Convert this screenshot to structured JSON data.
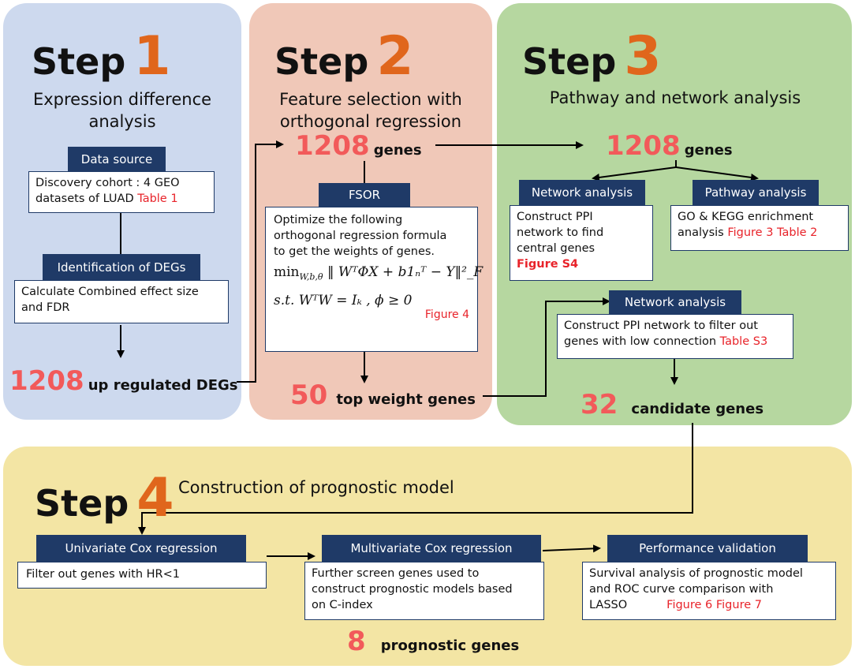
{
  "step_word": "Step",
  "step1": {
    "num": "1",
    "subtitle_1": "Expression difference",
    "subtitle_2": "analysis",
    "data_source_label": "Data source",
    "data_source_text_1": "Discovery cohort : 4 GEO",
    "data_source_text_2": "datasets of LUAD",
    "data_source_ref": "Table 1",
    "deg_label": "Identification of DEGs",
    "deg_text_1": "Calculate Combined effect size",
    "deg_text_2": "and FDR",
    "result_num": "1208",
    "result_text": "up regulated DEGs"
  },
  "step2": {
    "num": "2",
    "subtitle_1": "Feature selection with",
    "subtitle_2": "orthogonal regression",
    "genes_num": "1208",
    "genes_text": "genes",
    "fsor_label": "FSOR",
    "fsor_text_1": "Optimize the following",
    "fsor_text_2": "orthogonal regression formula",
    "fsor_text_3": "to get the weights of genes.",
    "formula_min": "min",
    "formula_sub": "W,b,θ",
    "formula_body": "‖ WᵀΦX + b1ₙᵀ − Y‖²_F",
    "constraint": "s.t. WᵀW = Iₖ , ϕ ≥ 0",
    "fsor_ref": "Figure 4",
    "result_num": "50",
    "result_text": "top weight genes"
  },
  "step3": {
    "num": "3",
    "subtitle": "Pathway and network analysis",
    "genes_num": "1208",
    "genes_text": "genes",
    "network_label": "Network analysis",
    "network_text_1": "Construct PPI",
    "network_text_2": "network to find",
    "network_text_3": "central genes",
    "network_ref": "Figure S4",
    "pathway_label": "Pathway analysis",
    "pathway_text_1": "GO & KEGG enrichment",
    "pathway_text_2": "analysis",
    "pathway_ref": "Figure 3 Table 2",
    "network2_label": "Network analysis",
    "network2_text_1": "Construct PPI network to filter out",
    "network2_text_2": "genes with low connection",
    "network2_ref": "Table S3",
    "result_num": "32",
    "result_text": "candidate genes"
  },
  "step4": {
    "num": "4",
    "subtitle": "Construction of prognostic model",
    "uni_label": "Univariate Cox regression",
    "uni_text": "Filter out genes with HR<1",
    "multi_label": "Multivariate Cox regression",
    "multi_text_1": "Further screen genes used to",
    "multi_text_2": "construct prognostic models based",
    "multi_text_3": "on C-index",
    "perf_label": "Performance validation",
    "perf_text_1": "Survival analysis of prognostic model",
    "perf_text_2": "and ROC curve comparison with",
    "perf_text_3": "LASSO",
    "perf_ref": "Figure 6 Figure 7",
    "result_num": "8",
    "result_text": "prognostic genes"
  },
  "colors": {
    "step1_bg": "#cdd9ee",
    "step2_bg": "#f0c8b8",
    "step3_bg": "#b6d7a0",
    "step4_bg": "#f3e5a4",
    "navy": "#1f3a67",
    "step_number": "#e0661c",
    "count": "#f25a5a",
    "reference": "#e8232a"
  }
}
